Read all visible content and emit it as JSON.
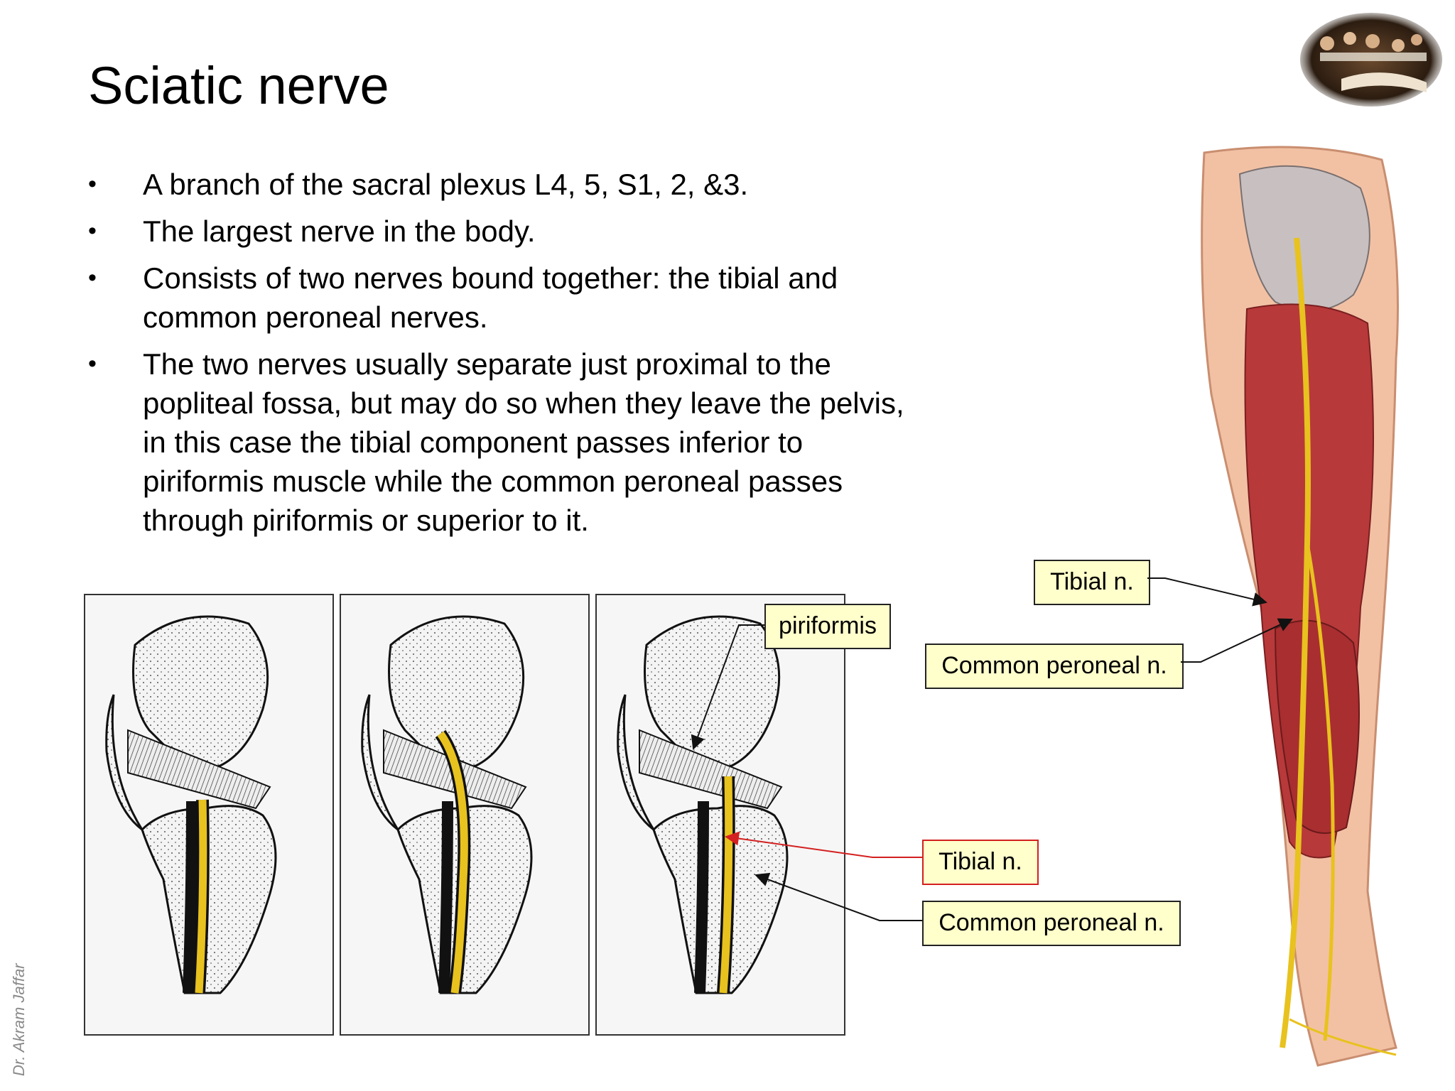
{
  "slide": {
    "title": "Sciatic nerve",
    "bullets": [
      {
        "marker": "•",
        "text": "A branch of the sacral plexus L4, 5, S1, 2, &3."
      },
      {
        "marker": "•",
        "text": "The largest nerve in the body."
      },
      {
        "marker": "•",
        "text": "Consists of two nerves bound together: the tibial and common peroneal nerves."
      },
      {
        "marker": "•",
        "text": "The two nerves usually separate just proximal to the popliteal fossa, but may do so when they leave the pelvis, in this case the tibial component passes inferior to piriformis muscle while the common peroneal passes through piriformis or superior to it."
      }
    ],
    "watermark": "Dr. Akram Jaffar"
  },
  "figures": {
    "panels": [
      "panel-1",
      "panel-2",
      "panel-3"
    ],
    "labels": {
      "piriformis": "piriformis",
      "tibial_left": "Tibial n.",
      "common_peroneal_left": "Common peroneal n.",
      "tibial_right": "Tibial n.",
      "common_peroneal_right": "Common peroneal n."
    }
  },
  "colors": {
    "nerve_yellow": "#e8c21e",
    "nerve_black": "#111111",
    "label_fill": "#ffffcc",
    "tibial_highlight": "#d42020",
    "muscle_red": "#b8393a",
    "skin": "#f2c1a4",
    "bone": "#c8c0c0"
  },
  "icons": {
    "thumbnail": "anatomy-lesson-painting-thumbnail"
  }
}
